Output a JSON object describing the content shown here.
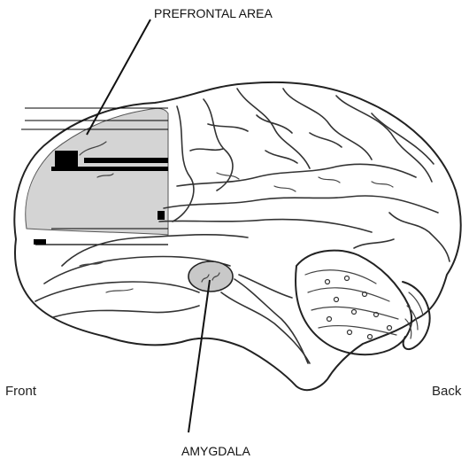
{
  "labels": {
    "prefrontal": "PREFRONTAL AREA",
    "amygdala": "AMYGDALA",
    "front": "Front",
    "back": "Back"
  },
  "colors": {
    "prefrontal_fill": "#d4d4d4",
    "amygdala_fill": "#c8c8c8",
    "outline": "#222222"
  }
}
